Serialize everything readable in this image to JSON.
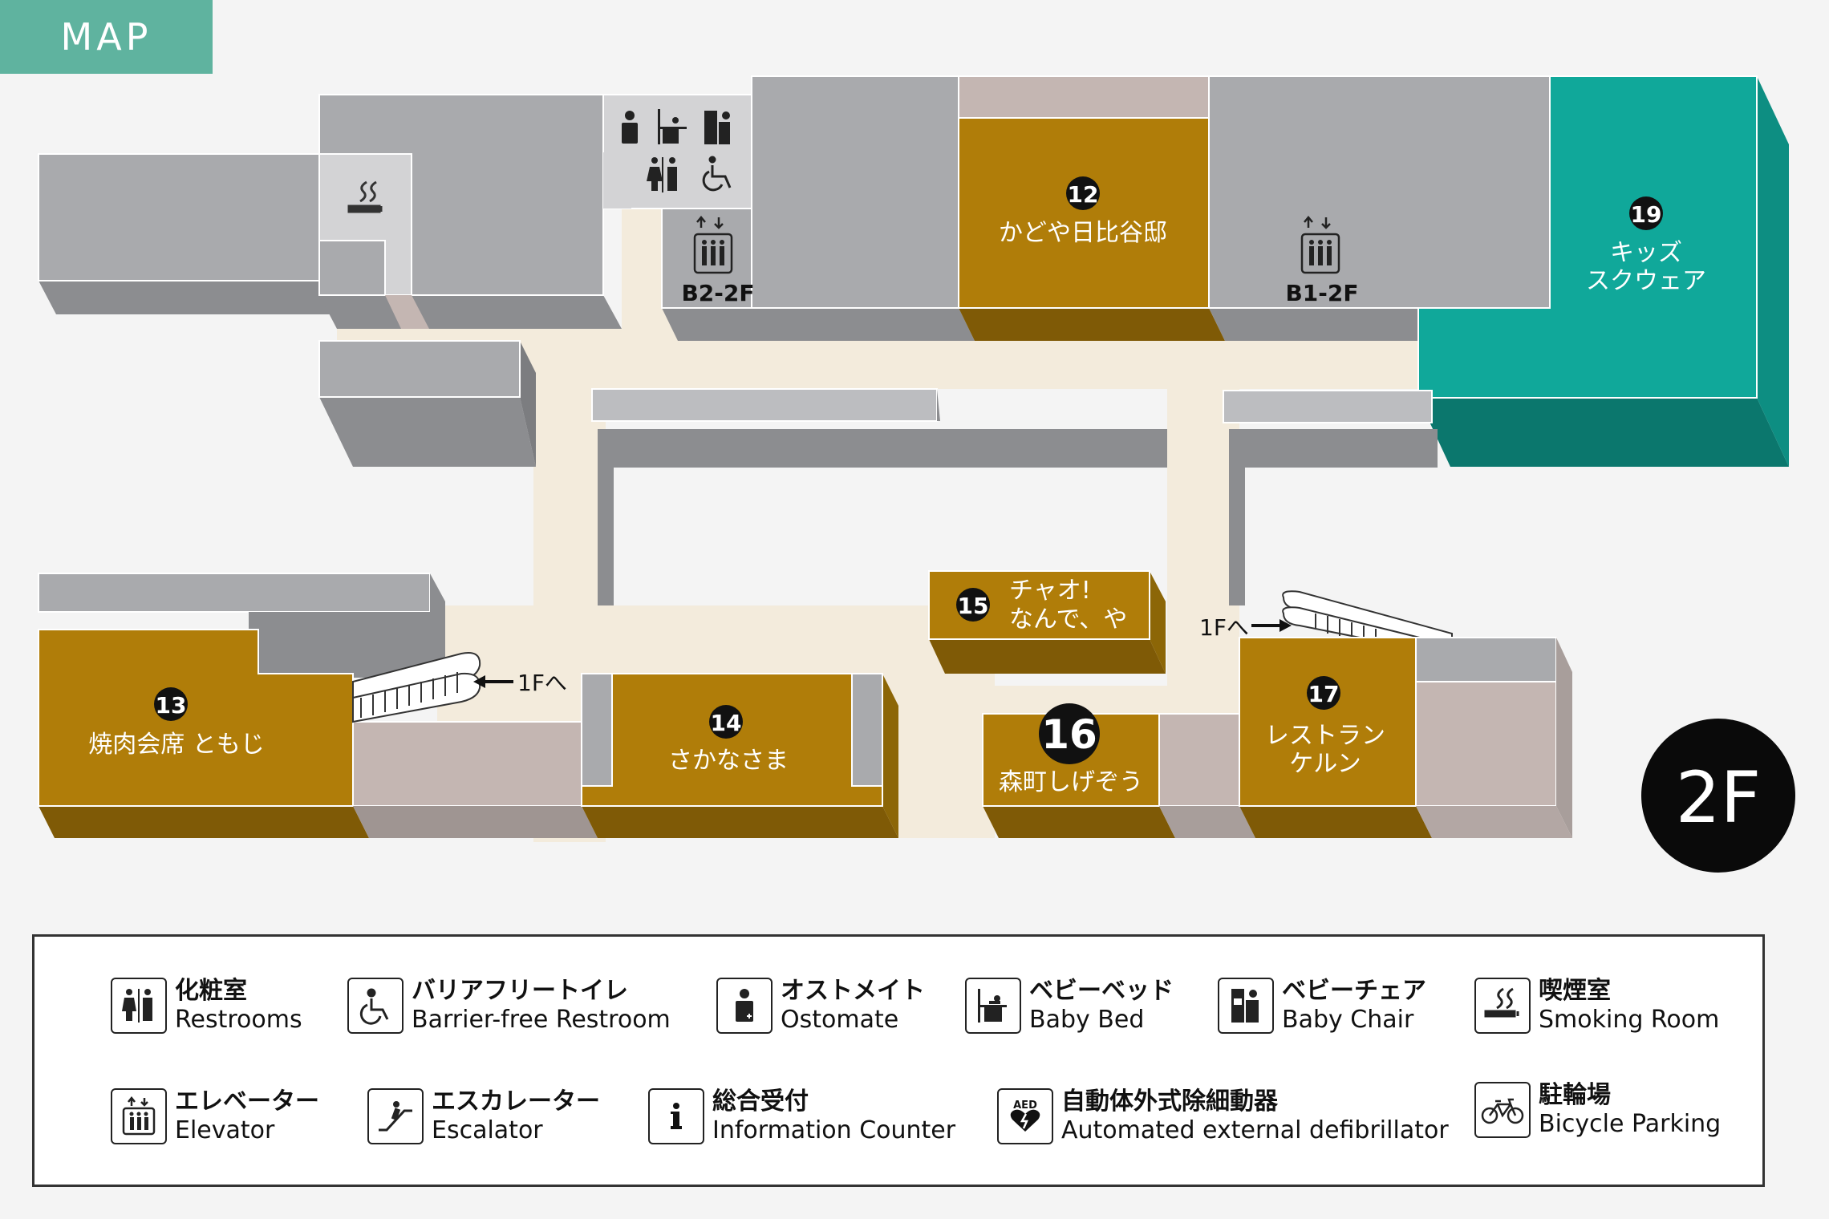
{
  "header": {
    "tab_label": "MAP"
  },
  "floor": {
    "label": "2F"
  },
  "map_labels": {
    "shop12_num": "12",
    "shop12_name": "かどや日比谷邸",
    "shop13_num": "13",
    "shop13_name": "焼肉会席 ともじ",
    "shop14_num": "14",
    "shop14_name": "さかなさま",
    "shop15_num": "15",
    "shop15_line1": "チャオ!",
    "shop15_line2": "なんで、や",
    "shop16_num": "16",
    "shop16_name": "森町しげぞう",
    "shop17_num": "17",
    "shop17_line1": "レストラン",
    "shop17_line2": "ケルン",
    "shop19_num": "19",
    "shop19_line1": "キッズ",
    "shop19_line2": "スクウェア",
    "elevator_b2": "B2-2F",
    "elevator_b1": "B1-2F",
    "to_1f_left": "1Fへ",
    "to_1f_right": "1Fへ"
  },
  "colors": {
    "shop": "#b07d09",
    "shop_side": "#7f5a06",
    "kids": "#10a89a",
    "kids_side": "#0b776d",
    "block": "#a9aaad",
    "block_side": "#8c8d90",
    "corridor": "#f3ebdc",
    "accent": "#5fb39f"
  },
  "legend": {
    "items": [
      {
        "icon": "restroom-icon",
        "jp": "化粧室",
        "en": "Restrooms"
      },
      {
        "icon": "wheelchair-icon",
        "jp": "バリアフリートイレ",
        "en": "Barrier-free Restroom"
      },
      {
        "icon": "ostomate-icon",
        "jp": "オストメイト",
        "en": "Ostomate"
      },
      {
        "icon": "baby-bed-icon",
        "jp": "ベビーベッド",
        "en": "Baby Bed"
      },
      {
        "icon": "baby-chair-icon",
        "jp": "ベビーチェア",
        "en": "Baby Chair"
      },
      {
        "icon": "smoking-icon",
        "jp": "喫煙室",
        "en": "Smoking Room"
      },
      {
        "icon": "elevator-icon",
        "jp": "エレベーター",
        "en": "Elevator"
      },
      {
        "icon": "escalator-icon",
        "jp": "エスカレーター",
        "en": "Escalator"
      },
      {
        "icon": "info-icon",
        "jp": "総合受付",
        "en": "Information Counter"
      },
      {
        "icon": "aed-icon",
        "jp": "自動体外式除細動器",
        "en": "Automated external defibrillator"
      },
      {
        "icon": "bicycle-icon",
        "jp": "駐輪場",
        "en": "Bicycle Parking"
      }
    ]
  },
  "aed_text": "AED"
}
